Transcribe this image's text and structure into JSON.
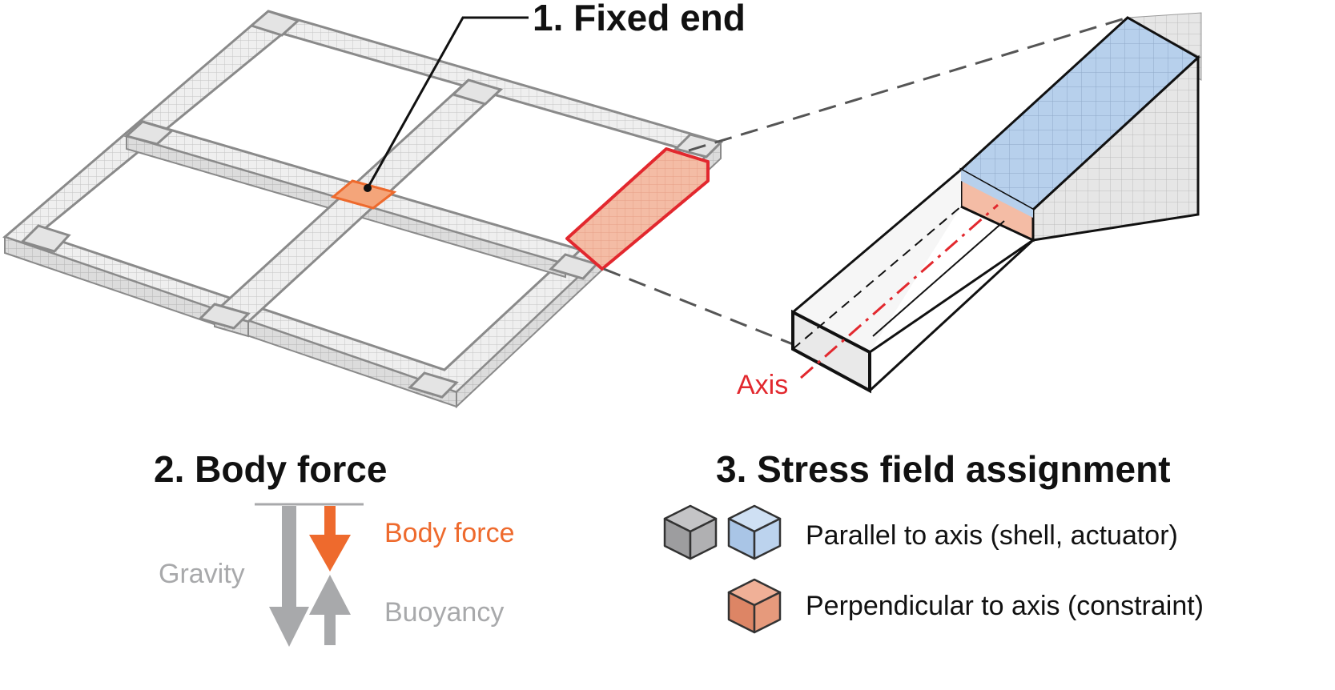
{
  "labels": {
    "fixed_end": "1. Fixed end",
    "body_force_title": "2. Body force",
    "stress_title": "3. Stress field assignment",
    "axis": "Axis",
    "body_force": "Body force",
    "gravity": "Gravity",
    "buoyancy": "Buoyancy",
    "parallel": "Parallel to axis (shell, actuator)",
    "perpendicular": "Perpendicular to axis (constraint)"
  },
  "colors": {
    "mesh_fill": "#ececec",
    "mesh_line": "#c9c9c9",
    "mesh_edge": "#8a8a8a",
    "highlight_red": "#e2282e",
    "highlight_fill": "#f2b9a2",
    "fixed_orange": "#ee6a2d",
    "blue_fill": "#b7d0ec",
    "grey_cube": "#a9a9ab",
    "salmon_cube": "#e49274",
    "force_grey": "#a8a9ab"
  },
  "icons": {
    "cube_grey": "grey-cube-icon",
    "cube_blue": "blue-cube-icon",
    "cube_salmon": "salmon-cube-icon"
  }
}
